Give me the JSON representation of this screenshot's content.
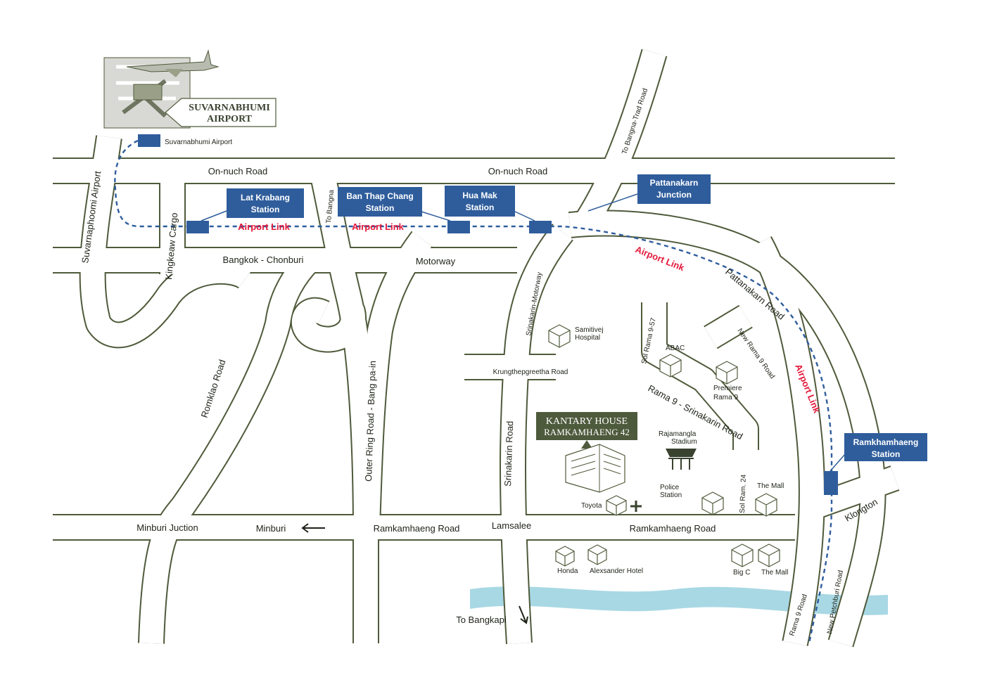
{
  "airport": {
    "title_line1": "SUVARNABHUMI",
    "title_line2": "AIRPORT",
    "legend_label": "Suvarnabhumi Airport"
  },
  "roads": {
    "onnuch_1": "On-nuch Road",
    "onnuch_2": "On-nuch Road",
    "bangna_trad": "To Bangna-Trad Road",
    "suvarnaphoomi": "Suvarnaphoomi Airport",
    "kingkeaw": "Kingkeaw Cargo",
    "to_bangna": "To Bangna",
    "bangkok_chonburi": "Bangkok - Chonburi",
    "motorway": "Motorway",
    "srinakarin_motorway": "Srinakarin-Motorway",
    "pattanakarn": "Pattanakarn Road",
    "new_rama9": "New Rama 9 Road",
    "romklao": "Romklao Road",
    "outer_ring": "Outer Ring Road - Bang pa-in",
    "krungthep": "Krungthepgreetha Road",
    "sol_rama9_57": "Sol Rama 9-57",
    "rama9_srinakarin": "Rama 9 - Srinakarin Road",
    "srinakarin": "Srinakarin Road",
    "sol_ram24": "Sol Ram. 24",
    "minburi_jct": "Minburi Juction",
    "minburi": "Minburi",
    "ramkhamhaeng_w": "Ramkamhaeng Road",
    "lamsalee": "Lamsalee",
    "ramkhamhaeng_e": "Ramkamhaeng Road",
    "klongton": "Klongton",
    "rama9_road": "Rama 9 Road",
    "new_petchburi": "New Petchburi Road",
    "to_bangkapi": "To Bangkapi"
  },
  "airport_link": {
    "label_1": "Airport Link",
    "label_2": "Airport Link",
    "label_3": "Airport Link",
    "label_4": "Airport Link"
  },
  "stations": {
    "lat_krabang": {
      "line1": "Lat Krabang",
      "line2": "Station"
    },
    "ban_thap_chang": {
      "line1": "Ban Thap Chang",
      "line2": "Station"
    },
    "hua_mak": {
      "line1": "Hua Mak",
      "line2": "Station"
    },
    "pattanakarn": {
      "line1": "Pattanakarn",
      "line2": "Junction"
    },
    "ramkhamhaeng": {
      "line1": "Ramkhamhaeng",
      "line2": "Station"
    }
  },
  "landmarks": {
    "samitivej_1": "Samitivej",
    "samitivej_2": "Hospital",
    "abac": "ABAC",
    "premiere_1": "Premiere",
    "premiere_2": "Rama 9",
    "rajamangla_1": "Rajamangla",
    "rajamangla_2": "Stadium",
    "police_1": "Police",
    "police_2": "Station",
    "themall_1": "The Mall",
    "toyota": "Toyota",
    "honda": "Honda",
    "alexsander": "Alexsander Hotel",
    "bigc": "Big C",
    "themall_2": "The Mall"
  },
  "kantary": {
    "line1": "KANTARY HOUSE",
    "line2": "RAMKAMHAENG 42"
  },
  "colors": {
    "road_outline": "#4f5a3a",
    "rail": "#2f5d9c",
    "airport_link_text": "#e3183a",
    "station_box": "#2f5d9c",
    "river": "#a8d8e4",
    "kantary_box": "#4e5a3c"
  }
}
